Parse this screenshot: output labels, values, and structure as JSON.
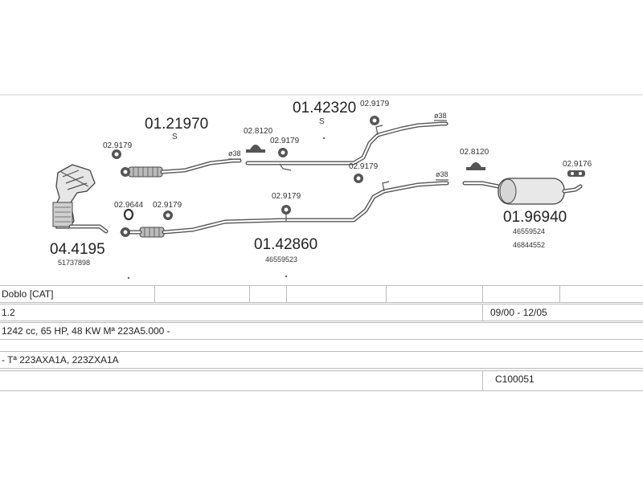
{
  "diagram": {
    "part_codes": {
      "tailpipe_front": "01.21970",
      "tailpipe_front_suffix": "S",
      "mid_pipe_upper": "01.42320",
      "mid_pipe_upper_suffix": "S",
      "mid_pipe_lower": "01.42860",
      "mid_pipe_lower_oe": "46559523",
      "rear_muffler": "01.96940",
      "rear_muffler_oe_1": "46559524",
      "rear_muffler_oe_2": "46844552",
      "manifold": "04.4195",
      "manifold_oe": "51737898"
    },
    "fittings": {
      "f1": "02.9179",
      "f2": "02.8120",
      "f3": "02.9179",
      "f4": "02.9179",
      "f5": "02.9179",
      "f6": "02.8120",
      "f7": "02.9176",
      "f8": "02.9644",
      "f9": "02.9179",
      "f10": "02.9179"
    },
    "diameters": {
      "d1": "ø38",
      "d2": "ø38",
      "d3": "ø38"
    }
  },
  "table": {
    "model": "Doblo  [CAT]",
    "engine_volume": "1.2",
    "years": "09/00 - 12/05",
    "engine_spec": "1242 cc, 65 HP, 48 KW Mª 223A5.000 -",
    "type_codes": "- Tª 223AXA1A, 223ZXA1A",
    "catalog_code": "C100051"
  }
}
